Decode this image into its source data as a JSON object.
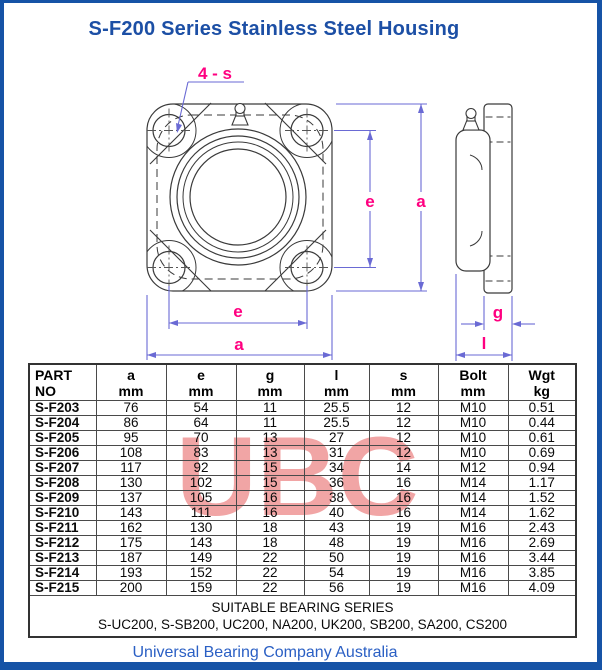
{
  "page": {
    "title": "S-F200 Series Stainless Steel Housing",
    "footer": "Universal Bearing Company Australia",
    "watermark": "UBC"
  },
  "colors": {
    "title_blue": "#1c4fa5",
    "border_blue": "#1653a6",
    "footer_blue": "#2a5fc4",
    "dimension_line": "#6a6ad4",
    "label_magenta": "#ff0080",
    "watermark_red": "#f1a5a5",
    "drawing_line": "#3a3a3a"
  },
  "drawing": {
    "labels": {
      "bolt_count": "4 - s",
      "e": "e",
      "a": "a",
      "g": "g",
      "l": "l"
    }
  },
  "table": {
    "columns": [
      {
        "label": "PART",
        "unit": "NO"
      },
      {
        "label": "a",
        "unit": "mm"
      },
      {
        "label": "e",
        "unit": "mm"
      },
      {
        "label": "g",
        "unit": "mm"
      },
      {
        "label": "l",
        "unit": "mm"
      },
      {
        "label": "s",
        "unit": "mm"
      },
      {
        "label": "Bolt",
        "unit": "mm"
      },
      {
        "label": "Wgt",
        "unit": "kg"
      }
    ],
    "rows": [
      [
        "S-F203",
        "76",
        "54",
        "11",
        "25.5",
        "12",
        "M10",
        "0.51"
      ],
      [
        "S-F204",
        "86",
        "64",
        "11",
        "25.5",
        "12",
        "M10",
        "0.44"
      ],
      [
        "S-F205",
        "95",
        "70",
        "13",
        "27",
        "12",
        "M10",
        "0.61"
      ],
      [
        "S-F206",
        "108",
        "83",
        "13",
        "31",
        "12",
        "M10",
        "0.69"
      ],
      [
        "S-F207",
        "117",
        "92",
        "15",
        "34",
        "14",
        "M12",
        "0.94"
      ],
      [
        "S-F208",
        "130",
        "102",
        "15",
        "36",
        "16",
        "M14",
        "1.17"
      ],
      [
        "S-F209",
        "137",
        "105",
        "16",
        "38",
        "16",
        "M14",
        "1.52"
      ],
      [
        "S-F210",
        "143",
        "111",
        "16",
        "40",
        "16",
        "M14",
        "1.62"
      ],
      [
        "S-F211",
        "162",
        "130",
        "18",
        "43",
        "19",
        "M16",
        "2.43"
      ],
      [
        "S-F212",
        "175",
        "143",
        "18",
        "48",
        "19",
        "M16",
        "2.69"
      ],
      [
        "S-F213",
        "187",
        "149",
        "22",
        "50",
        "19",
        "M16",
        "3.44"
      ],
      [
        "S-F214",
        "193",
        "152",
        "22",
        "54",
        "19",
        "M16",
        "3.85"
      ],
      [
        "S-F215",
        "200",
        "159",
        "22",
        "56",
        "19",
        "M16",
        "4.09"
      ]
    ],
    "suitable_title": "SUITABLE BEARING SERIES",
    "suitable_series": "S-UC200, S-SB200, UC200, NA200, UK200, SB200, SA200, CS200"
  }
}
